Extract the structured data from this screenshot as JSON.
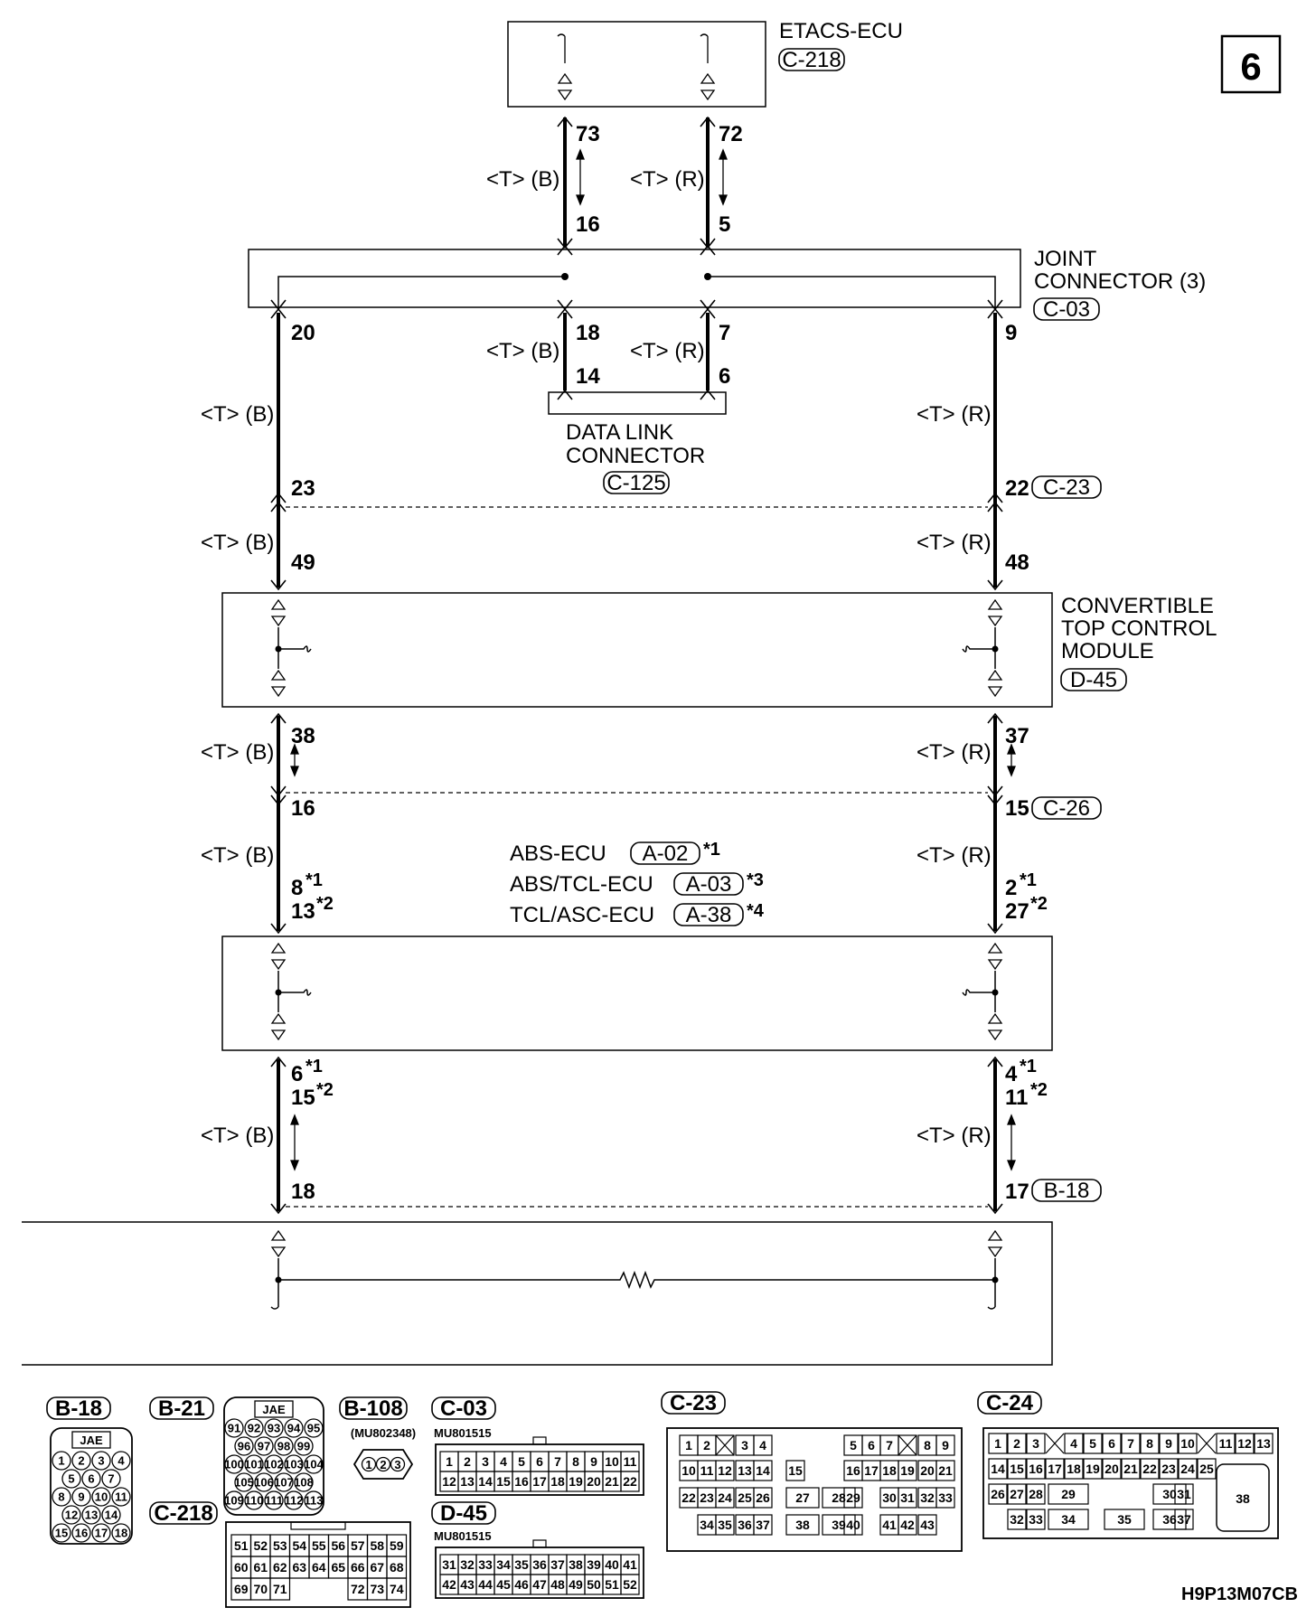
{
  "page_number": "6",
  "figure_code": "H9P13M07CB",
  "wire_labels": {
    "black": "<T> (B)",
    "red": "<T> (R)"
  },
  "components": {
    "etacs": {
      "name": "ETACS-ECU",
      "connector": "C-218"
    },
    "joint": {
      "name_line1": "JOINT",
      "name_line2": "CONNECTOR (3)",
      "connector": "C-03"
    },
    "dlc": {
      "name_line1": "DATA LINK",
      "name_line2": "CONNECTOR",
      "connector": "C-125"
    },
    "convertible": {
      "name_line1": "CONVERTIBLE",
      "name_line2": "TOP CONTROL",
      "name_line3": "MODULE",
      "connector": "D-45"
    },
    "abs": {
      "lines": [
        {
          "name": "ABS-ECU",
          "connector": "A-02",
          "note": "*1"
        },
        {
          "name": "ABS/TCL-ECU",
          "connector": "A-03",
          "note": "*3"
        },
        {
          "name": "TCL/ASC-ECU",
          "connector": "A-38",
          "note": "*4"
        }
      ]
    }
  },
  "inline_connectors": {
    "c23": "C-23",
    "c26": "C-26",
    "b18": "B-18"
  },
  "pins": {
    "p73": "73",
    "p72": "72",
    "p16a": "16",
    "p5": "5",
    "p20": "20",
    "p18a": "18",
    "p7": "7",
    "p9": "9",
    "p14": "14",
    "p6a": "6",
    "p23": "23",
    "p22": "22",
    "p49": "49",
    "p48": "48",
    "p38": "38",
    "p37": "37",
    "p16b": "16",
    "p15a": "15",
    "p8": "8",
    "p13": "13",
    "p2": "2",
    "p27": "27",
    "p6b": "6",
    "p15b": "15",
    "p4": "4",
    "p11": "11",
    "p18b": "18",
    "p17": "17",
    "n1": "*1",
    "n2": "*2"
  },
  "legend": {
    "b18": {
      "label": "B-18",
      "maker": "JAE",
      "rows": [
        [
          "1",
          "2",
          "3",
          "4"
        ],
        [
          "5",
          "6",
          "7"
        ],
        [
          "8",
          "9",
          "10",
          "11"
        ],
        [
          "12",
          "13",
          "14"
        ],
        [
          "15",
          "16",
          "17",
          "18"
        ]
      ]
    },
    "b21": {
      "label": "B-21",
      "maker": "JAE",
      "rows": [
        [
          "91",
          "92",
          "93",
          "94",
          "95"
        ],
        [
          "96",
          "97",
          "98",
          "99"
        ],
        [
          "100",
          "101",
          "102",
          "103",
          "104"
        ],
        [
          "105",
          "106",
          "107",
          "108"
        ],
        [
          "109",
          "110",
          "111",
          "112",
          "113"
        ]
      ]
    },
    "c218": {
      "label": "C-218",
      "rows": [
        [
          "51",
          "52",
          "53",
          "54",
          "55",
          "56",
          "57",
          "58",
          "59"
        ],
        [
          "60",
          "61",
          "62",
          "63",
          "64",
          "65",
          "66",
          "67",
          "68"
        ],
        [
          "69",
          "70",
          "71",
          "",
          "",
          "",
          "72",
          "73",
          "74"
        ]
      ]
    },
    "b108": {
      "label": "B-108",
      "part": "(MU802348)",
      "pins": [
        "1",
        "2",
        "3"
      ]
    },
    "c03": {
      "label": "C-03",
      "part": "MU801515",
      "rows": [
        [
          "1",
          "2",
          "3",
          "4",
          "5",
          "6",
          "7",
          "8",
          "9",
          "10",
          "11"
        ],
        [
          "12",
          "13",
          "14",
          "15",
          "16",
          "17",
          "18",
          "19",
          "20",
          "21",
          "22"
        ]
      ]
    },
    "d45": {
      "label": "D-45",
      "part": "MU801515",
      "rows": [
        [
          "31",
          "32",
          "33",
          "34",
          "35",
          "36",
          "37",
          "38",
          "39",
          "40",
          "41"
        ],
        [
          "42",
          "43",
          "44",
          "45",
          "46",
          "47",
          "48",
          "49",
          "50",
          "51",
          "52"
        ]
      ]
    },
    "c23": {
      "label": "C-23",
      "r1": [
        "1",
        "2",
        "",
        "3",
        "4",
        "5",
        "6",
        "7",
        "",
        "8",
        "9"
      ],
      "r2": [
        "10",
        "11",
        "12",
        "13",
        "14",
        "15",
        "16",
        "17",
        "18",
        "19",
        "20",
        "21"
      ],
      "r3": [
        "22",
        "23",
        "24",
        "25",
        "26",
        "27",
        "28",
        "29",
        "30",
        "31",
        "32",
        "33"
      ],
      "r4": [
        "34",
        "35",
        "36",
        "37",
        "38",
        "39",
        "40",
        "41",
        "42",
        "43"
      ]
    },
    "c24": {
      "label": "C-24",
      "r1": [
        "1",
        "2",
        "3",
        "",
        "4",
        "5",
        "6",
        "7",
        "8",
        "9",
        "10",
        "",
        "11",
        "12",
        "13"
      ],
      "r2": [
        "14",
        "15",
        "16",
        "17",
        "18",
        "19",
        "20",
        "21",
        "22",
        "23",
        "24",
        "25"
      ],
      "r3": [
        "26",
        "27",
        "28",
        "29",
        "30",
        "31"
      ],
      "r4": [
        "32",
        "33",
        "34",
        "35",
        "36",
        "37"
      ],
      "big": "38"
    }
  }
}
